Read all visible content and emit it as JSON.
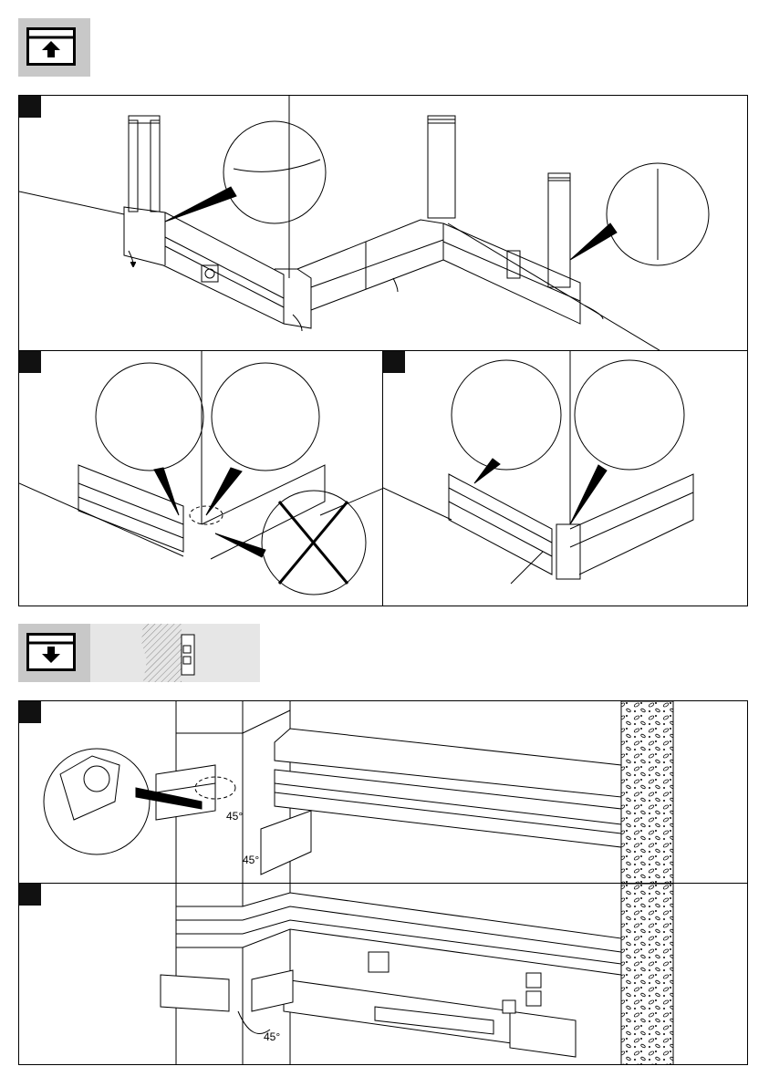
{
  "sections": [
    {
      "name": "removal",
      "icon": "arrow-up-icon"
    },
    {
      "name": "installation",
      "icon": "arrow-down-icon"
    }
  ],
  "panels": [
    {
      "id": "removal-step-1"
    },
    {
      "id": "removal-step-2"
    },
    {
      "id": "removal-step-3"
    },
    {
      "id": "installation-step-1",
      "angles": [
        "45°",
        "45°"
      ]
    },
    {
      "id": "installation-step-2",
      "angles": [
        "45°"
      ]
    }
  ],
  "colors": {
    "badge": "#111111",
    "icon_box": "#c8c8c8",
    "strip": "#e6e6e6",
    "line": "#000000"
  }
}
